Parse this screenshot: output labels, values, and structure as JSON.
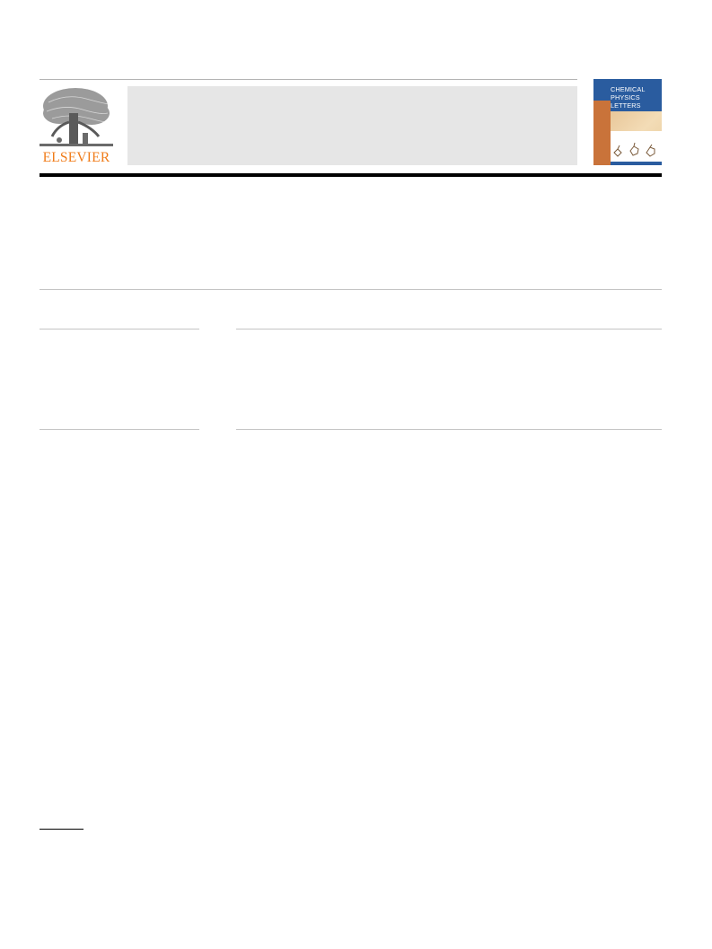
{
  "header": {
    "publisher_name": "ELSEVIER",
    "journal_cover_title": [
      "CHEMICAL",
      "PHYSICS",
      "LETTERS"
    ]
  },
  "colors": {
    "publisher_orange": "#f07c1a",
    "cover_blue": "#2a5c9f",
    "masthead_gray": "#e6e6e6"
  }
}
